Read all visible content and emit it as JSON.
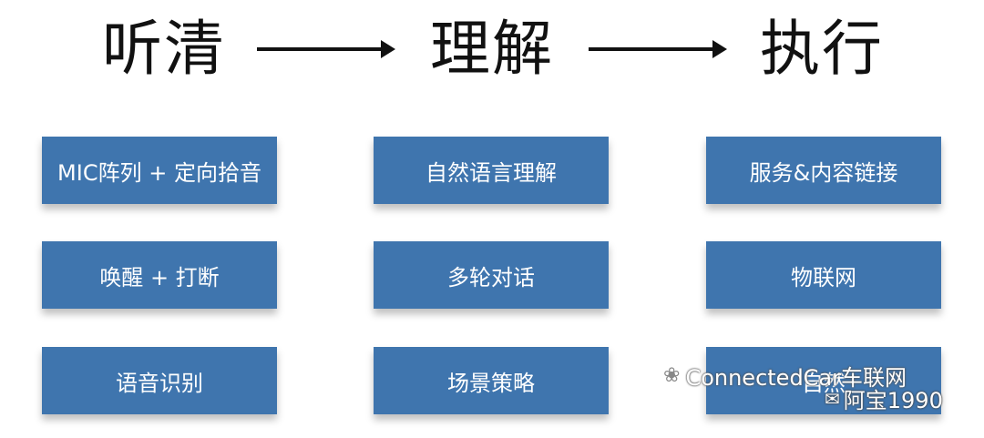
{
  "stages": [
    {
      "title": "听清",
      "items": [
        "MIC阵列 + 定向拾音",
        "唤醒 + 打断",
        "语音识别"
      ]
    },
    {
      "title": "理解",
      "items": [
        "自然语言理解",
        "多轮对话",
        "场景策略"
      ]
    },
    {
      "title": "执行",
      "items": [
        "服务&内容链接",
        "物联网",
        "自然"
      ]
    }
  ],
  "watermark": {
    "text1": "ConnectedCar车联网",
    "text2": "阿宝1990"
  },
  "colors": {
    "box_fill": "#3f75ae",
    "box_text": "#ffffff",
    "title_text": "#111111"
  }
}
